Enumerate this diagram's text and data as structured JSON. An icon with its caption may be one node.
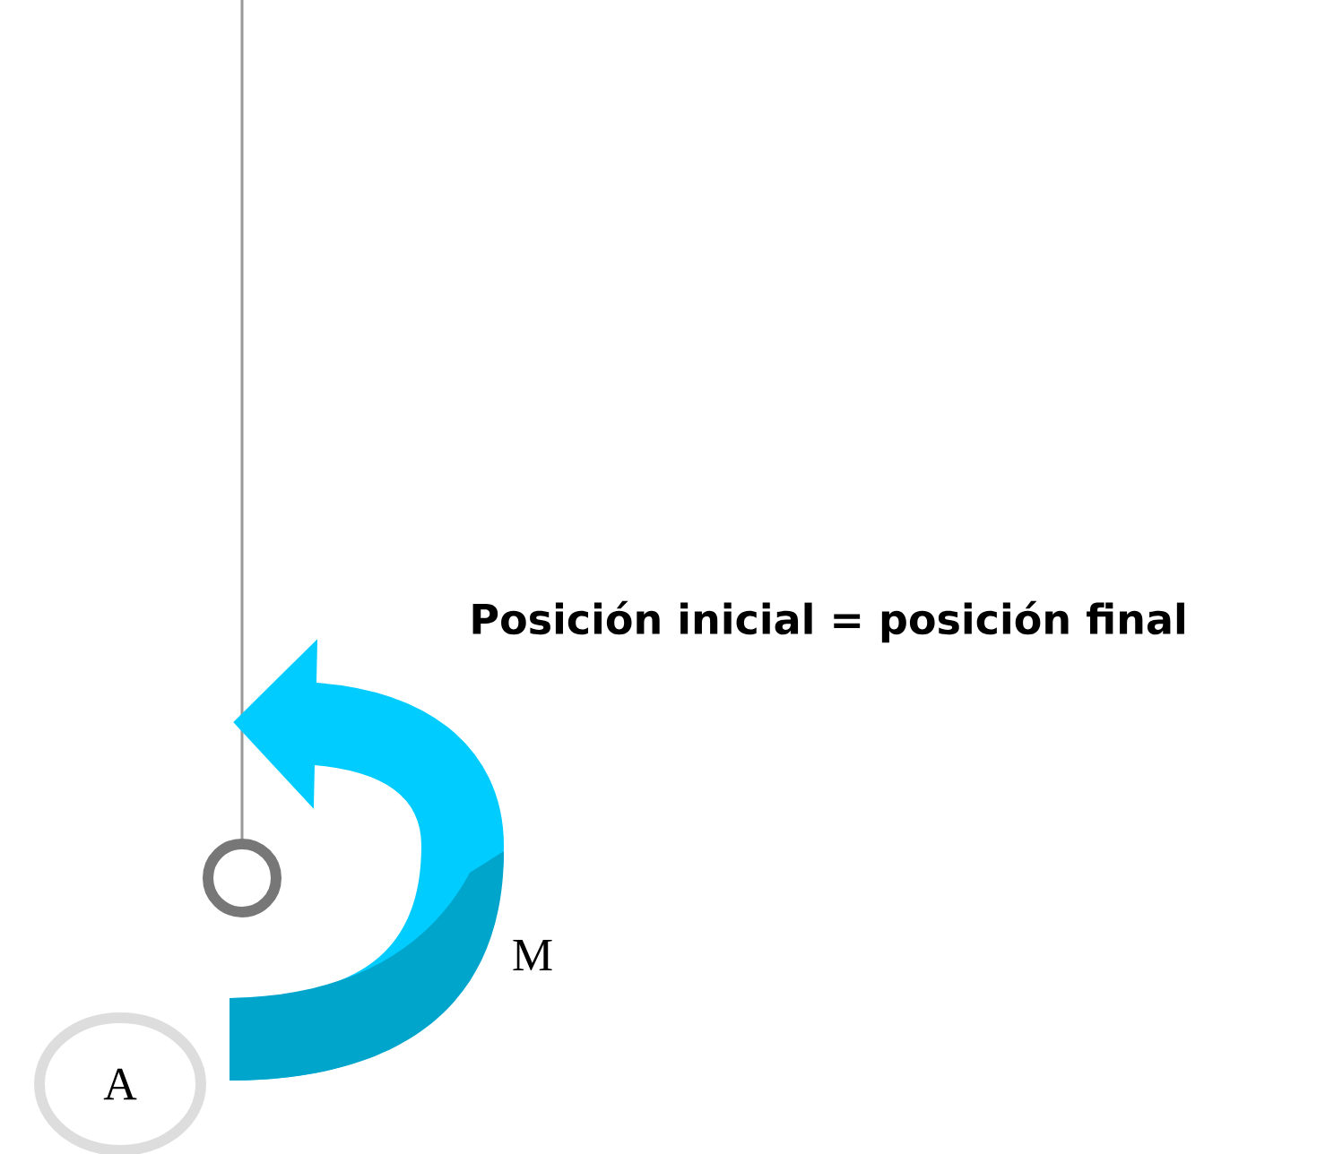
{
  "diagram": {
    "nodes": [
      {
        "text": [
          "A"
        ]
      }
    ],
    "labels": [
      "Posición inicial = posición final",
      "M"
    ]
  }
}
